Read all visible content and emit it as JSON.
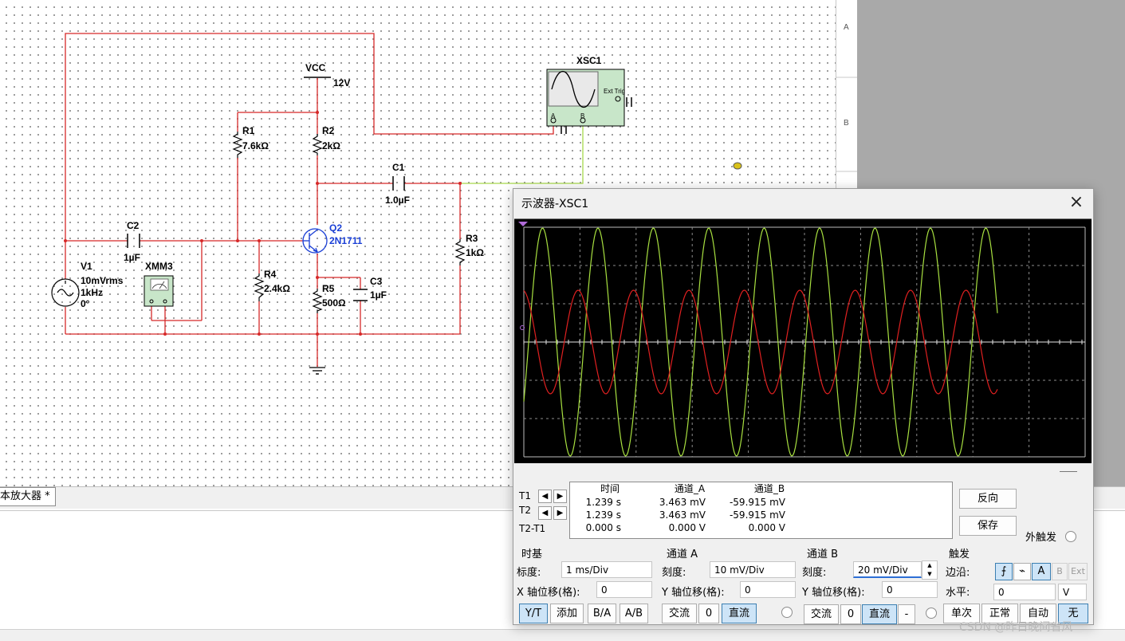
{
  "schematic": {
    "components": {
      "vcc": {
        "name": "VCC",
        "value": "12V"
      },
      "r1": {
        "name": "R1",
        "value": "7.6kΩ"
      },
      "r2": {
        "name": "R2",
        "value": "2kΩ"
      },
      "r3": {
        "name": "R3",
        "value": "1kΩ"
      },
      "r4": {
        "name": "R4",
        "value": "2.4kΩ"
      },
      "r5": {
        "name": "R5",
        "value": "500Ω"
      },
      "c1": {
        "name": "C1",
        "value": "1.0µF"
      },
      "c2": {
        "name": "C2",
        "value": "1µF"
      },
      "c3": {
        "name": "C3",
        "value": "1µF"
      },
      "q2": {
        "name": "Q2",
        "value": "2N1711"
      },
      "v1": {
        "name": "V1",
        "amplitude": "10mVrms",
        "frequency": "1kHz",
        "phase": "0°"
      },
      "xmm3": {
        "name": "XMM3"
      },
      "xsc1": {
        "name": "XSC1",
        "ext_trig": "Ext Trig",
        "pin_a": "A",
        "pin_b": "B"
      }
    },
    "ruler": [
      "A",
      "B"
    ],
    "wire_colors": {
      "red": "#d62828",
      "green": "#a6d84a"
    }
  },
  "tabs": {
    "active_label": "本放大器 *"
  },
  "oscilloscope": {
    "title": "示波器-XSC1",
    "screen": {
      "background": "#000000",
      "trace_a_color": "#e02020",
      "trace_b_color": "#a8e040"
    },
    "readout": {
      "headers": [
        "时间",
        "通道_A",
        "通道_B"
      ],
      "rows": [
        {
          "label": "T1",
          "time": "1.239 s",
          "a": "3.463 mV",
          "b": "-59.915 mV"
        },
        {
          "label": "T2",
          "time": "1.239 s",
          "a": "3.463 mV",
          "b": "-59.915 mV"
        },
        {
          "label": "T2-T1",
          "time": "0.000 s",
          "a": "0.000 V",
          "b": "0.000 V"
        }
      ]
    },
    "buttons": {
      "reverse": "反向",
      "save": "保存",
      "ext_trigger": "外触发"
    },
    "timebase": {
      "title": "时基",
      "scale_label": "标度:",
      "scale_value": "1 ms/Div",
      "xpos_label": "X 轴位移(格):",
      "xpos_value": "0",
      "modes": [
        "Y/T",
        "添加",
        "B/A",
        "A/B"
      ],
      "selected_mode": "Y/T"
    },
    "channel_a": {
      "title": "通道 A",
      "scale_label": "刻度:",
      "scale_value": "10 mV/Div",
      "ypos_label": "Y 轴位移(格):",
      "ypos_value": "0",
      "coupling": [
        "交流",
        "0",
        "直流"
      ],
      "selected_coupling": "直流"
    },
    "channel_b": {
      "title": "通道 B",
      "scale_label": "刻度:",
      "scale_value": "20 mV/Div",
      "ypos_label": "Y 轴位移(格):",
      "ypos_value": "0",
      "coupling": [
        "交流",
        "0",
        "直流",
        "-"
      ],
      "selected_coupling": "直流"
    },
    "trigger": {
      "title": "触发",
      "edge_label": "边沿:",
      "sources": [
        "A",
        "B",
        "Ext"
      ],
      "selected_source": "A",
      "level_label": "水平:",
      "level_value": "0",
      "level_unit": "V",
      "modes": [
        "单次",
        "正常",
        "自动",
        "无"
      ],
      "selected_mode": "无"
    }
  },
  "watermark": "CSDN @昨日晚间省风"
}
